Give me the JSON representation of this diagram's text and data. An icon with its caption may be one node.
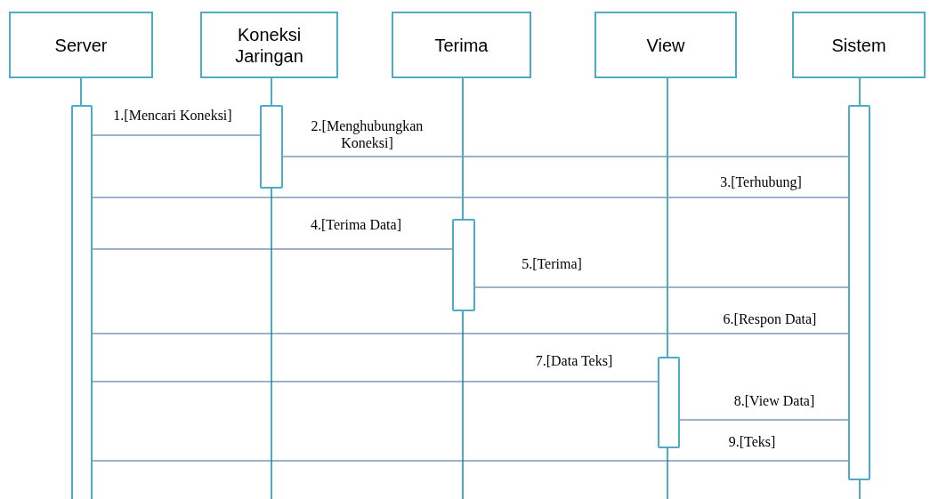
{
  "diagram": {
    "nodes": [
      {
        "text": [
          "Server"
        ]
      },
      {
        "text": [
          "Koneksi Jaringan"
        ]
      },
      {
        "text": [
          "Terima"
        ]
      },
      {
        "text": [
          "View"
        ]
      },
      {
        "text": [
          "Sistem"
        ]
      },
      {
        "text": [],
        "shape": "bar"
      },
      {
        "text": [],
        "shape": "bar"
      },
      {
        "text": [],
        "shape": "bar"
      },
      {
        "text": [],
        "shape": "bar"
      },
      {
        "text": [],
        "shape": "bar"
      }
    ],
    "edges": [
      {
        "from": 5,
        "to": 6,
        "arrow": "none",
        "label": "1.[Mencari Koneksi]"
      },
      {
        "from": 6,
        "to": 9,
        "arrow": "none",
        "label": "2.[Menghubungkan Koneksi]"
      },
      {
        "from": 5,
        "to": 9,
        "arrow": "none",
        "label": "3.[Terhubung]"
      },
      {
        "from": 5,
        "to": 7,
        "arrow": "none",
        "label": "4.[Terima Data]"
      },
      {
        "from": 7,
        "to": 9,
        "arrow": "none",
        "label": "5.[Terima]"
      },
      {
        "from": 5,
        "to": 9,
        "arrow": "none",
        "label": "6.[Respon Data]"
      },
      {
        "from": 5,
        "to": 8,
        "arrow": "none",
        "label": "7.[Data Teks]"
      },
      {
        "from": 8,
        "to": 9,
        "arrow": "none",
        "label": "8.[View Data]"
      },
      {
        "from": 5,
        "to": 9,
        "arrow": "none",
        "label": "9.[Teks]"
      },
      {
        "from": 0,
        "to": 5,
        "arrow": "none",
        "color": "#4bacc6"
      },
      {
        "from": 1,
        "to": 6,
        "arrow": "none",
        "color": "#4bacc6"
      },
      {
        "from": 2,
        "to": 7,
        "arrow": "none",
        "color": "#4bacc6"
      },
      {
        "from": 3,
        "to": 8,
        "arrow": "none",
        "color": "#4bacc6"
      },
      {
        "from": 4,
        "to": 9,
        "arrow": "none",
        "color": "#4bacc6"
      }
    ]
  }
}
